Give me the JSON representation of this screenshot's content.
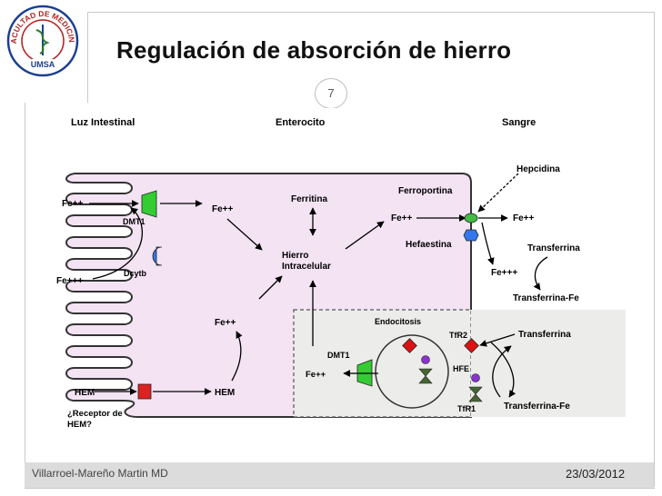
{
  "slide": {
    "title": "Regulación de absorción de hierro",
    "page_number": "7",
    "author": "Villarroel-Mareño Martin MD",
    "date": "23/03/2012"
  },
  "logo": {
    "outer_text": "FACULTAD DE MEDICINA",
    "inner_text": "UMSA"
  },
  "diagram": {
    "headers": {
      "lumen": "Luz Intestinal",
      "enterocyte": "Enterocito",
      "blood": "Sangre"
    },
    "lumen_labels": {
      "fe2": "Fe++",
      "fe3": "Fe+++",
      "dmt1": "DMT1",
      "dcytb": "Dcytb",
      "hem": "HEM",
      "receptor_line1": "¿Receptor de",
      "receptor_line2": "HEM?"
    },
    "cell_labels": {
      "fe2_top": "Fe++",
      "ferritina": "Ferritina",
      "hierro_line1": "Hierro",
      "hierro_line2": "Intracelular",
      "fe2_mid": "Fe++",
      "hem": "HEM",
      "ferroportina": "Ferroportina",
      "fe2_export": "Fe++",
      "hefaestina": "Hefaestina",
      "endocitosis": "Endocitosis",
      "dmt1": "DMT1",
      "fe2_endo": "Fe++",
      "tfr2": "TfR2",
      "hfe": "HFE",
      "tfr1": "TfR1"
    },
    "blood_labels": {
      "hepcidina": "Hepcidina",
      "fe2": "Fe++",
      "transferrina": "Transferrina",
      "fe3": "Fe+++",
      "transferrina_fe": "Transferrina-Fe",
      "transferrina_low": "Transferrina",
      "transferrina_fe_low": "Transferrina-Fe"
    },
    "colors": {
      "cell": "#f3e3f3",
      "endosome_box": "#ececea",
      "dmt1": "#33cc33",
      "dcytb": "#3377ee",
      "hem_receptor": "#dd2222",
      "tfr2": "#dd1111",
      "hfe": "#8833cc",
      "tfr1": "#446633"
    }
  }
}
